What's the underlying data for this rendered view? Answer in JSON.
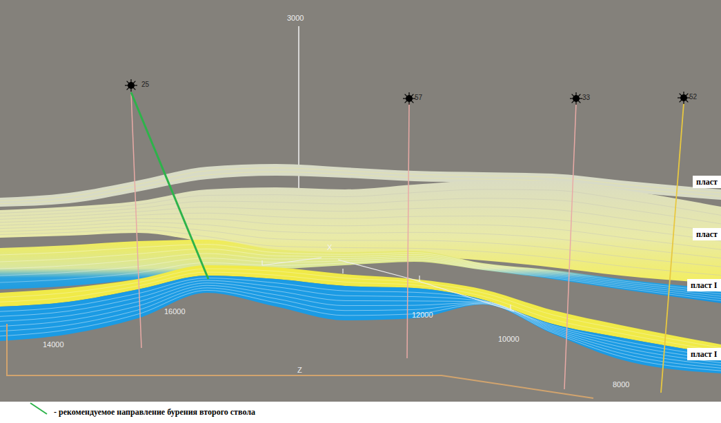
{
  "diagram": {
    "nodes": [
      {
        "text": [
          "пласт"
        ]
      },
      {
        "text": [
          "пласт"
        ]
      },
      {
        "text": [
          "пласт I"
        ]
      },
      {
        "text": [
          "пласт I"
        ]
      }
    ],
    "labels": [
      "3000",
      "25",
      "57",
      "33",
      "52",
      "X",
      "16000",
      "14000",
      "12000",
      "10000",
      "8000",
      "Z"
    ],
    "legend": [
      {
        "text": "- рекомендуемое направление бурения второго ствола"
      }
    ]
  }
}
